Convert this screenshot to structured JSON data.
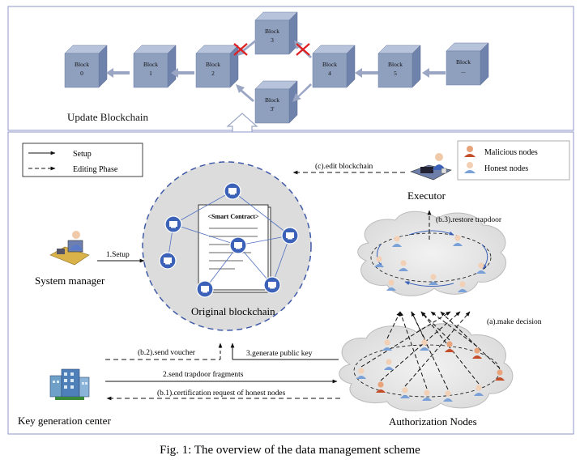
{
  "top_panel": {
    "title": "Update Blockchain",
    "blocks": {
      "b0": [
        "Block",
        "0"
      ],
      "b1": [
        "Block",
        "1"
      ],
      "b2": [
        "Block",
        "2"
      ],
      "b3": [
        "Block",
        "3"
      ],
      "b3p": [
        "Block",
        "3'"
      ],
      "b4": [
        "Block",
        "4"
      ],
      "b5": [
        "Block",
        "5"
      ],
      "bn": [
        "Block",
        "..."
      ]
    }
  },
  "legend_left": {
    "setup": "Setup",
    "editing": "Editing Phase"
  },
  "legend_right": {
    "malicious": "Malicious nodes",
    "honest": "Honest nodes"
  },
  "labels": {
    "executor": "Executor",
    "system_manager": "System manager",
    "original_blockchain": "Original blockchain",
    "smart_contract": "<Smart Contract>",
    "key_generation_center": "Key generation center",
    "authorization_nodes": "Authorization Nodes"
  },
  "arrows": {
    "edit_blockchain": {
      "tag": "(c)",
      "text": ".edit blockchain"
    },
    "restore_trapdoor": {
      "tag": "(b.3)",
      "text": ".restore trapdoor"
    },
    "setup": "1.Setup",
    "make_decision": {
      "tag": "(a)",
      "text": ".make decision"
    },
    "send_voucher": {
      "tag": "(b.2)",
      "text": ".send voucher"
    },
    "generate_public_key": "3.generate public key",
    "send_trapdoor_fragments": "2.send trapdoor fragments",
    "certification_request": {
      "tag": "(b.1)",
      "text": ".certification request of honest nodes"
    }
  },
  "caption": "Fig. 1: The overview of the data management scheme",
  "colors": {
    "frame": "#8c95c8",
    "block_front": "#8fa0bf",
    "cloud_fill": "#e6e6e6",
    "circle_fill": "#dcdcdc",
    "circle_stroke": "#3f5aa8",
    "node_blue": "#3b62b8",
    "arrow_gray": "#9aa6c4",
    "cross_red": "#e02020"
  }
}
